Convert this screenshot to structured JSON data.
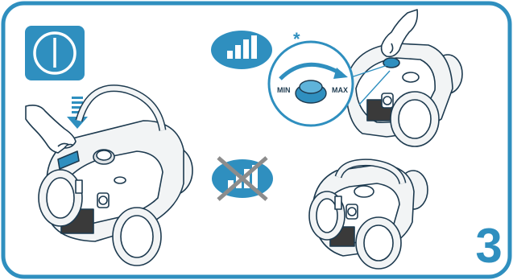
{
  "step": {
    "number": "3"
  },
  "dial": {
    "min_label": "MIN",
    "max_label": "MAX",
    "footnote_mark": "*"
  },
  "icons": {
    "power": "power-button-icon",
    "suction_on": "suction-level-icon",
    "suction_off": "suction-disabled-icon"
  },
  "colors": {
    "accent": "#2f8fbf",
    "line": "#1d3a4f",
    "body": "#f2f4f5"
  }
}
